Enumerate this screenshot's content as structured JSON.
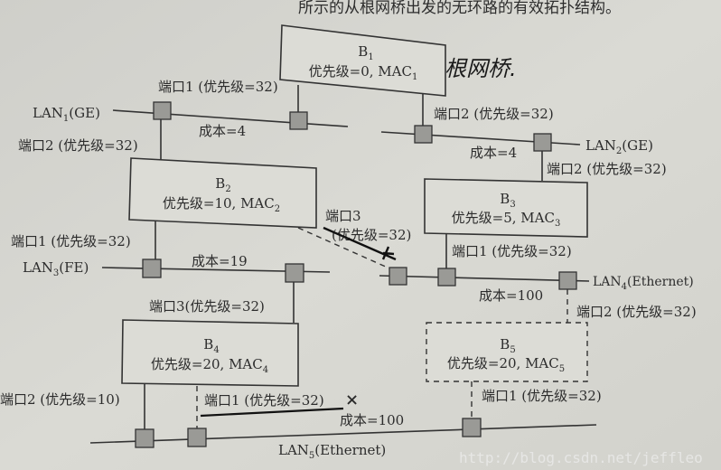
{
  "caption": "所示的从根网桥出发的无环路的有效拓扑结构。",
  "handwritten_root_note": "根网桥.",
  "bridges": [
    {
      "name_pre": "B",
      "name_sub": "1",
      "line2_pre": "优先级=0, MAC",
      "line2_sub": "1",
      "line2_post": ""
    },
    {
      "name_pre": "B",
      "name_sub": "2",
      "line2_pre": "优先级=10, MAC",
      "line2_sub": "2",
      "line2_post": ""
    },
    {
      "name_pre": "B",
      "name_sub": "3",
      "line2_pre": "优先级=5, MAC",
      "line2_sub": "3",
      "line2_post": ""
    },
    {
      "name_pre": "B",
      "name_sub": "4",
      "line2_pre": "优先级=20, MAC",
      "line2_sub": "4",
      "line2_post": ""
    },
    {
      "name_pre": "B",
      "name_sub": "5",
      "line2_pre": "优先级=20, MAC",
      "line2_sub": "5",
      "line2_post": ""
    }
  ],
  "lans": [
    {
      "pre": "LAN",
      "sub": "1",
      "post": "(GE)"
    },
    {
      "pre": "LAN",
      "sub": "2",
      "post": "(GE)"
    },
    {
      "pre": "LAN",
      "sub": "3",
      "post": "(FE)"
    },
    {
      "pre": "LAN",
      "sub": "4",
      "post": "(Ethernet)"
    },
    {
      "pre": "LAN",
      "sub": "5",
      "post": "(Ethernet)"
    }
  ],
  "costs": {
    "lan1": "成本=4",
    "lan2": "成本=4",
    "lan3": "成本=19",
    "lan4": "成本=100",
    "lan5": "成本=100"
  },
  "port_labels": {
    "b1_p1": "端口1 (优先级=32)",
    "b1_p2": "端口2 (优先级=32)",
    "b2_p2": "端口2 (优先级=32)",
    "b2_p1": "端口1 (优先级=32)",
    "b2_p3_line1": "端口3",
    "b2_p3_line2": "(优先级=32)",
    "b3_p2": "端口2 (优先级=32)",
    "b3_p1": "端口1 (优先级=32)",
    "b4_p3": "端口3(优先级=32)",
    "b4_p2": "端口2 (优先级=10)",
    "b4_p1": "端口1 (优先级=32)",
    "b5_p2": "端口2 (优先级=32)",
    "b5_p1": "端口1 (优先级=32)"
  },
  "handwritten_marks": {
    "x_mark": "×"
  },
  "watermark": "http://blog.csdn.net/jeffleo",
  "colors": {
    "paper": "#d6d6d0",
    "port_fill": "#9a9a96",
    "ink": "#2c2c2c"
  }
}
